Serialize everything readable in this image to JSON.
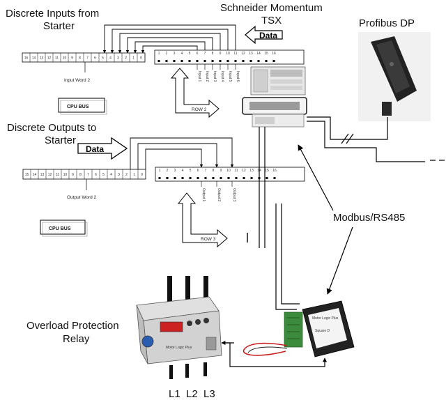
{
  "labels": {
    "discrete_inputs": [
      "Discrete Inputs from",
      "Starter"
    ],
    "schneider": [
      "Schneider Momentum",
      "TSX"
    ],
    "profibus": "Profibus DP",
    "discrete_outputs": [
      "Discrete Outputs to",
      "Starter"
    ],
    "modbus": "Modbus/RS485",
    "overload": [
      "Overload Protection",
      "Relay"
    ],
    "phases": [
      "L1",
      "L2",
      "L3"
    ]
  },
  "arrows": {
    "data_in": "Data",
    "data_out": "Data",
    "row2": "ROW 2",
    "row3": "ROW 3"
  },
  "boxes": {
    "cpu_bus_1": "CPU BUS",
    "cpu_bus_2": "CPU BUS"
  },
  "input_strip": {
    "word_label": "Input Word 2",
    "cells": [
      "16",
      "14",
      "13",
      "12",
      "11",
      "10",
      "9",
      "8",
      "7",
      "6",
      "5",
      "4",
      "3",
      "2",
      "1",
      "0"
    ]
  },
  "output_strip": {
    "word_label": "Output Word 2",
    "cells": [
      "15",
      "14",
      "13",
      "12",
      "11",
      "10",
      "9",
      "8",
      "7",
      "6",
      "5",
      "4",
      "3",
      "2",
      "1",
      "0"
    ]
  },
  "terminal_row": {
    "numbers": [
      "1",
      "2",
      "3",
      "4",
      "5",
      "6",
      "7",
      "8",
      "9",
      "10",
      "11",
      "12",
      "13",
      "14",
      "15",
      "16"
    ]
  },
  "input_taps": [
    "Input 1",
    "Input 2",
    "Input 3",
    "Input 4",
    "Input 5",
    "Input 6"
  ],
  "output_taps": [
    "Output 1",
    "Output 2",
    "Output 3"
  ],
  "device_text": {
    "relay_brand": "Motor Logic Plus",
    "module_title": "Motor Logic Plus",
    "module_sub": "Square D"
  },
  "colors": {
    "line": "#000000",
    "device_gray": "#d8d8d8",
    "display_red": "#cc2222",
    "module_green": "#3c8a3c",
    "cable_red": "#c81e1e"
  }
}
